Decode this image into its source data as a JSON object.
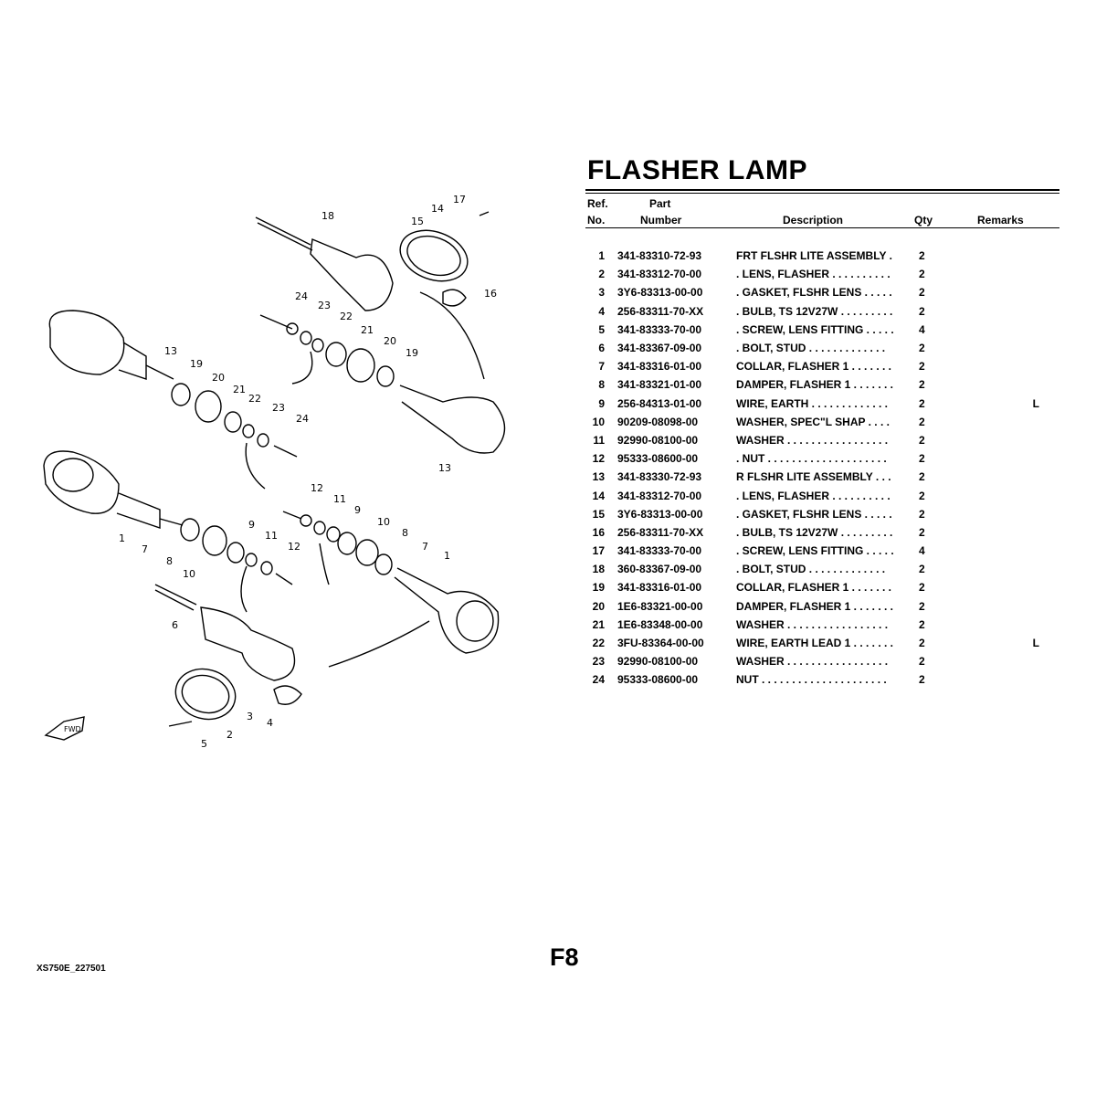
{
  "title": "FLASHER LAMP",
  "headers": {
    "ref_line1": "Ref.",
    "ref_line2": "No.",
    "part_line1": "Part",
    "part_line2": "Number",
    "description": "Description",
    "qty": "Qty",
    "remarks": "Remarks"
  },
  "rows": [
    {
      "ref": "1",
      "part": "341-83310-72-93",
      "desc": "FRT FLSHR LITE ASSEMBLY   .",
      "qty": "2",
      "remarks": ""
    },
    {
      "ref": "2",
      "part": "341-83312-70-00",
      "desc": ". LENS, FLASHER  . . . . . . . . . .",
      "qty": "2",
      "remarks": ""
    },
    {
      "ref": "3",
      "part": "3Y6-83313-00-00",
      "desc": ". GASKET, FLSHR LENS  . . . . .",
      "qty": "2",
      "remarks": ""
    },
    {
      "ref": "4",
      "part": "256-83311-70-XX",
      "desc": ". BULB, TS 12V27W  . . . . . . . . .",
      "qty": "2",
      "remarks": ""
    },
    {
      "ref": "5",
      "part": "341-83333-70-00",
      "desc": ". SCREW, LENS FITTING  . . . . .",
      "qty": "4",
      "remarks": ""
    },
    {
      "ref": "6",
      "part": "341-83367-09-00",
      "desc": ". BOLT, STUD   . . . . . . . . . . . . .",
      "qty": "2",
      "remarks": ""
    },
    {
      "ref": "7",
      "part": "341-83316-01-00",
      "desc": "COLLAR, FLASHER 1   . . . . . . .",
      "qty": "2",
      "remarks": ""
    },
    {
      "ref": "8",
      "part": "341-83321-01-00",
      "desc": "DAMPER, FLASHER 1   . . . . . . .",
      "qty": "2",
      "remarks": ""
    },
    {
      "ref": "9",
      "part": "256-84313-01-00",
      "desc": "WIRE, EARTH   . . . . . . . . . . . . .",
      "qty": "2",
      "remarks": "L"
    },
    {
      "ref": "10",
      "part": "90209-08098-00",
      "desc": "WASHER, SPEC\"L SHAP   . . . .",
      "qty": "2",
      "remarks": ""
    },
    {
      "ref": "11",
      "part": "92990-08100-00",
      "desc": "WASHER  . . . . . . . . . . . . . . . . .",
      "qty": "2",
      "remarks": ""
    },
    {
      "ref": "12",
      "part": "95333-08600-00",
      "desc": ". NUT  . . . . . . . . . . . . . . . . . . . .",
      "qty": "2",
      "remarks": ""
    },
    {
      "ref": "13",
      "part": "341-83330-72-93",
      "desc": "R FLSHR LITE ASSEMBLY   . . .",
      "qty": "2",
      "remarks": ""
    },
    {
      "ref": "14",
      "part": "341-83312-70-00",
      "desc": ". LENS, FLASHER  . . . . . . . . . .",
      "qty": "2",
      "remarks": ""
    },
    {
      "ref": "15",
      "part": "3Y6-83313-00-00",
      "desc": ". GASKET, FLSHR LENS  . . . . .",
      "qty": "2",
      "remarks": ""
    },
    {
      "ref": "16",
      "part": "256-83311-70-XX",
      "desc": ". BULB, TS 12V27W  . . . . . . . . .",
      "qty": "2",
      "remarks": ""
    },
    {
      "ref": "17",
      "part": "341-83333-70-00",
      "desc": ". SCREW, LENS FITTING  . . . . .",
      "qty": "4",
      "remarks": ""
    },
    {
      "ref": "18",
      "part": "360-83367-09-00",
      "desc": ". BOLT, STUD   . . . . . . . . . . . . .",
      "qty": "2",
      "remarks": ""
    },
    {
      "ref": "19",
      "part": "341-83316-01-00",
      "desc": "COLLAR, FLASHER 1   . . . . . . .",
      "qty": "2",
      "remarks": ""
    },
    {
      "ref": "20",
      "part": "1E6-83321-00-00",
      "desc": "DAMPER, FLASHER 1   . . . . . . .",
      "qty": "2",
      "remarks": ""
    },
    {
      "ref": "21",
      "part": "1E6-83348-00-00",
      "desc": "WASHER  . . . . . . . . . . . . . . . . .",
      "qty": "2",
      "remarks": ""
    },
    {
      "ref": "22",
      "part": "3FU-83364-00-00",
      "desc": "WIRE, EARTH LEAD 1  . . . . . . .",
      "qty": "2",
      "remarks": "L"
    },
    {
      "ref": "23",
      "part": "92990-08100-00",
      "desc": "WASHER  . . . . . . . . . . . . . . . . .",
      "qty": "2",
      "remarks": ""
    },
    {
      "ref": "24",
      "part": "95333-08600-00",
      "desc": "NUT  . . . . . . . . . . . . . . . . . . . . .",
      "qty": "2",
      "remarks": ""
    }
  ],
  "page_number": "F8",
  "footer_code": "XS750E_227501",
  "diagram": {
    "callouts": [
      "1",
      "2",
      "3",
      "4",
      "5",
      "6",
      "7",
      "8",
      "9",
      "10",
      "11",
      "12",
      "13",
      "14",
      "15",
      "16",
      "17",
      "18",
      "19",
      "20",
      "21",
      "22",
      "23",
      "24"
    ],
    "fwd_label": "FWD"
  }
}
